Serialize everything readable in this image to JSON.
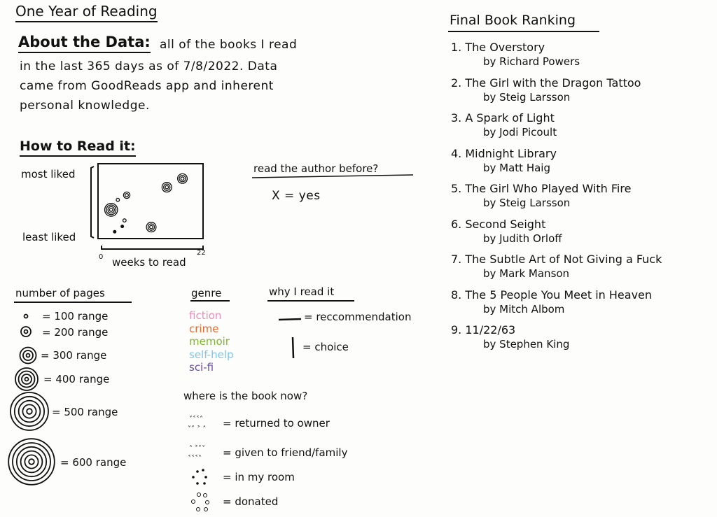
{
  "title": "One Year of Reading",
  "about": {
    "heading": "About the Data:",
    "lines": [
      "all of the books I read",
      "in the last 365 days as of 7/8/2022. Data",
      "came from GoodReads app and inherent",
      "personal knowledge."
    ]
  },
  "how_to": {
    "heading": "How to Read it:",
    "y_top": "most liked",
    "y_bottom": "least liked",
    "x_min": "0",
    "x_max": "22",
    "x_label": "weeks to read",
    "sample_points": [
      {
        "weeks": 18,
        "liked": 0.85,
        "rings": 3
      },
      {
        "weeks": 14.5,
        "liked": 0.72,
        "rings": 3
      },
      {
        "weeks": 5.5,
        "liked": 0.6,
        "rings": 2
      },
      {
        "weeks": 3.5,
        "liked": 0.53,
        "rings": 1
      },
      {
        "weeks": 2,
        "liked": 0.38,
        "rings": 4
      },
      {
        "weeks": 5,
        "liked": 0.22,
        "rings": 1
      },
      {
        "weeks": 4.5,
        "liked": 0.13,
        "rings": 0
      },
      {
        "weeks": 2.8,
        "liked": 0.05,
        "rings": 0
      },
      {
        "weeks": 11,
        "liked": 0.12,
        "rings": 3
      }
    ]
  },
  "author": {
    "heading": "read the author before?",
    "legend": "X = yes"
  },
  "pages": {
    "heading": "number of pages",
    "items": [
      "= 100 range",
      "= 200 range",
      "= 300 range",
      "= 400 range",
      "= 500 range",
      "= 600 range"
    ]
  },
  "genre": {
    "heading": "genre",
    "items": [
      {
        "label": "fiction",
        "color": "#f08bbd"
      },
      {
        "label": "crime",
        "color": "#f0642a"
      },
      {
        "label": "memoir",
        "color": "#7cb82f"
      },
      {
        "label": "self-help",
        "color": "#7cc6ec"
      },
      {
        "label": "sci-fi",
        "color": "#6a4bb0"
      }
    ]
  },
  "why": {
    "heading": "why I read it",
    "recommendation": "= reccommendation",
    "choice": "= choice"
  },
  "where": {
    "heading": "where is the book now?",
    "items": [
      "= returned to owner",
      "= given to friend/family",
      "= in my room",
      "= donated"
    ]
  },
  "ranking": {
    "heading": "Final Book Ranking",
    "items": [
      {
        "title": "1. The Overstory",
        "author": "by Richard Powers"
      },
      {
        "title": "2. The Girl with the Dragon Tattoo",
        "author": "by Steig Larsson"
      },
      {
        "title": "3. A Spark of Light",
        "author": "by Jodi Picoult"
      },
      {
        "title": "4. Midnight Library",
        "author": "by Matt Haig"
      },
      {
        "title": "5. The Girl Who Played With Fire",
        "author": "by Steig Larsson"
      },
      {
        "title": "6. Second Seight",
        "author": "by Judith Orloff"
      },
      {
        "title": "7. The Subtle Art of Not Giving a Fuck",
        "author": "by Mark Manson"
      },
      {
        "title": "8. The 5 People You Meet in Heaven",
        "author": "by Mitch Albom"
      },
      {
        "title": "9. 11/22/63",
        "author": "by Stephen King"
      }
    ]
  }
}
